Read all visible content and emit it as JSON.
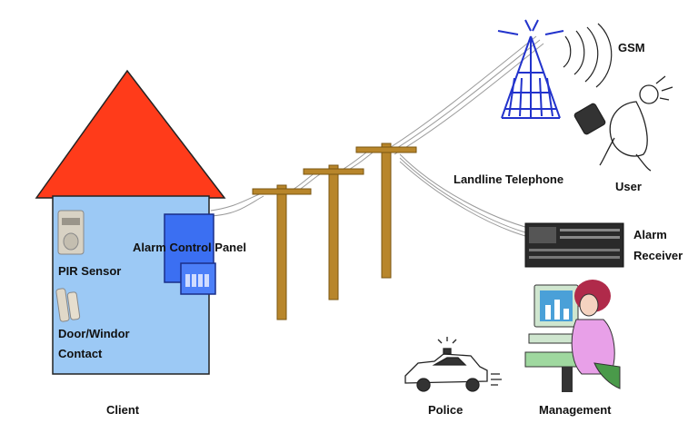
{
  "labels": {
    "gsm": "GSM",
    "landline": "Landline Telephone",
    "user": "User",
    "alarm_control_panel": "Alarm Control Panel",
    "pir_sensor": "PIR Sensor",
    "door_contact_line1": "Door/Windor",
    "door_contact_line2": "Contact",
    "alarm_receiver_line1": "Alarm",
    "alarm_receiver_line2": "Receiver",
    "client": "Client",
    "police": "Police",
    "management": "Management"
  },
  "colors": {
    "roof": "#ff3b1a",
    "wall": "#9cc9f5",
    "panel": "#3b6ff2",
    "pole": "#b8862b",
    "tower": "#2233cc",
    "person_top": "#e8a0e8",
    "monitor_screen": "#4aa0d8"
  },
  "icons": [
    "tower-icon",
    "running-user-icon",
    "pir-sensor-icon",
    "door-contact-icon",
    "control-panel-icon",
    "alarm-receiver-icon",
    "police-car-icon",
    "operator-icon"
  ]
}
